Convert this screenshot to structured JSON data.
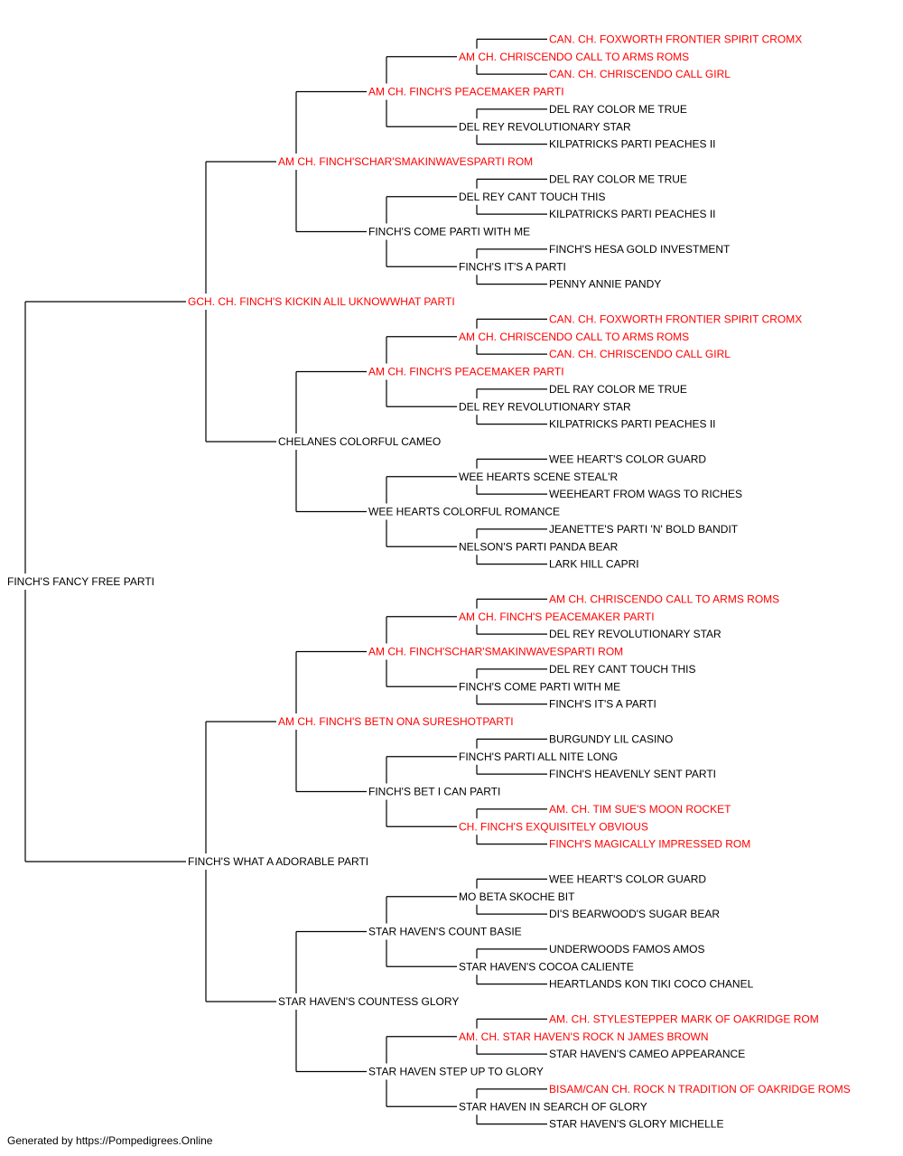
{
  "colors": {
    "normal": "#000000",
    "champion": "#ff0000",
    "line": "#000000"
  },
  "footer": "Generated by https://Pompedigrees.Online",
  "pedigree": {
    "name": "FINCH'S FANCY FREE PARTI",
    "ch": false,
    "sire": {
      "name": "GCH. CH. FINCH'S KICKIN ALIL UKNOWWHAT PARTI",
      "ch": true,
      "sire": {
        "name": "AM CH. FINCH'SCHAR'SMAKINWAVESPARTI ROM",
        "ch": true,
        "sire": {
          "name": "AM CH. FINCH'S PEACEMAKER PARTI",
          "ch": true,
          "sire": {
            "name": "AM CH. CHRISCENDO CALL TO ARMS ROMS",
            "ch": true,
            "sire": {
              "name": "CAN. CH. FOXWORTH FRONTIER SPIRIT CROMX",
              "ch": true
            },
            "dam": {
              "name": "CAN. CH. CHRISCENDO CALL GIRL",
              "ch": true
            }
          },
          "dam": {
            "name": "DEL REY REVOLUTIONARY STAR",
            "ch": false,
            "sire": {
              "name": "DEL RAY COLOR ME TRUE",
              "ch": false
            },
            "dam": {
              "name": "KILPATRICKS PARTI PEACHES II",
              "ch": false
            }
          }
        },
        "dam": {
          "name": "FINCH'S COME PARTI WITH ME",
          "ch": false,
          "sire": {
            "name": "DEL REY CANT TOUCH THIS",
            "ch": false,
            "sire": {
              "name": "DEL RAY COLOR ME TRUE",
              "ch": false
            },
            "dam": {
              "name": "KILPATRICKS PARTI PEACHES II",
              "ch": false
            }
          },
          "dam": {
            "name": "FINCH'S IT'S A PARTI",
            "ch": false,
            "sire": {
              "name": "FINCH'S HESA GOLD INVESTMENT",
              "ch": false
            },
            "dam": {
              "name": "PENNY ANNIE PANDY",
              "ch": false
            }
          }
        }
      },
      "dam": {
        "name": "CHELANES COLORFUL CAMEO",
        "ch": false,
        "sire": {
          "name": "AM CH. FINCH'S PEACEMAKER PARTI",
          "ch": true,
          "sire": {
            "name": "AM CH. CHRISCENDO CALL TO ARMS ROMS",
            "ch": true,
            "sire": {
              "name": "CAN. CH. FOXWORTH FRONTIER SPIRIT CROMX",
              "ch": true
            },
            "dam": {
              "name": "CAN. CH. CHRISCENDO CALL GIRL",
              "ch": true
            }
          },
          "dam": {
            "name": "DEL REY REVOLUTIONARY STAR",
            "ch": false,
            "sire": {
              "name": "DEL RAY COLOR ME TRUE",
              "ch": false
            },
            "dam": {
              "name": "KILPATRICKS PARTI PEACHES II",
              "ch": false
            }
          }
        },
        "dam": {
          "name": "WEE HEARTS COLORFUL ROMANCE",
          "ch": false,
          "sire": {
            "name": "WEE HEARTS SCENE STEAL'R",
            "ch": false,
            "sire": {
              "name": "WEE HEART'S COLOR GUARD",
              "ch": false
            },
            "dam": {
              "name": "WEEHEART FROM WAGS TO RICHES",
              "ch": false
            }
          },
          "dam": {
            "name": "NELSON'S PARTI PANDA BEAR",
            "ch": false,
            "sire": {
              "name": "JEANETTE'S PARTI 'N' BOLD BANDIT",
              "ch": false
            },
            "dam": {
              "name": "LARK HILL CAPRI",
              "ch": false
            }
          }
        }
      }
    },
    "dam": {
      "name": "FINCH'S WHAT A ADORABLE PARTI",
      "ch": false,
      "sire": {
        "name": "AM CH. FINCH'S BETN ONA SURESHOTPARTI",
        "ch": true,
        "sire": {
          "name": "AM CH. FINCH'SCHAR'SMAKINWAVESPARTI ROM",
          "ch": true,
          "sire": {
            "name": "AM CH. FINCH'S PEACEMAKER PARTI",
            "ch": true,
            "sire": {
              "name": "AM CH. CHRISCENDO CALL TO ARMS ROMS",
              "ch": true
            },
            "dam": {
              "name": "DEL REY REVOLUTIONARY STAR",
              "ch": false
            }
          },
          "dam": {
            "name": "FINCH'S COME PARTI WITH ME",
            "ch": false,
            "sire": {
              "name": "DEL REY CANT TOUCH THIS",
              "ch": false
            },
            "dam": {
              "name": "FINCH'S IT'S A PARTI",
              "ch": false
            }
          }
        },
        "dam": {
          "name": "FINCH'S BET I CAN PARTI",
          "ch": false,
          "sire": {
            "name": "FINCH'S PARTI ALL NITE LONG",
            "ch": false,
            "sire": {
              "name": "BURGUNDY LIL CASINO",
              "ch": false
            },
            "dam": {
              "name": "FINCH'S HEAVENLY SENT PARTI",
              "ch": false
            }
          },
          "dam": {
            "name": "CH. FINCH'S EXQUISITELY OBVIOUS",
            "ch": true,
            "sire": {
              "name": "AM. CH. TIM SUE'S MOON ROCKET",
              "ch": true
            },
            "dam": {
              "name": "FINCH'S MAGICALLY IMPRESSED ROM",
              "ch": true
            }
          }
        }
      },
      "dam": {
        "name": "STAR HAVEN'S COUNTESS GLORY",
        "ch": false,
        "sire": {
          "name": "STAR HAVEN'S COUNT BASIE",
          "ch": false,
          "sire": {
            "name": "MO BETA SKOCHE BIT",
            "ch": false,
            "sire": {
              "name": "WEE HEART'S COLOR GUARD",
              "ch": false
            },
            "dam": {
              "name": "DI'S BEARWOOD'S SUGAR BEAR",
              "ch": false
            }
          },
          "dam": {
            "name": "STAR HAVEN'S COCOA CALIENTE",
            "ch": false,
            "sire": {
              "name": "UNDERWOODS FAMOS AMOS",
              "ch": false
            },
            "dam": {
              "name": "HEARTLANDS KON TIKI COCO CHANEL",
              "ch": false
            }
          }
        },
        "dam": {
          "name": "STAR HAVEN STEP UP TO GLORY",
          "ch": false,
          "sire": {
            "name": "AM. CH. STAR HAVEN'S ROCK N JAMES BROWN",
            "ch": true,
            "sire": {
              "name": "AM. CH. STYLESTEPPER MARK OF OAKRIDGE ROM",
              "ch": true
            },
            "dam": {
              "name": "STAR HAVEN'S CAMEO APPEARANCE",
              "ch": false
            }
          },
          "dam": {
            "name": "STAR HAVEN IN SEARCH OF GLORY",
            "ch": false,
            "sire": {
              "name": "BISAM/CAN CH. ROCK N TRADITION OF OAKRIDGE ROMS",
              "ch": true
            },
            "dam": {
              "name": "STAR HAVEN'S GLORY MICHELLE",
              "ch": false
            }
          }
        }
      }
    }
  }
}
